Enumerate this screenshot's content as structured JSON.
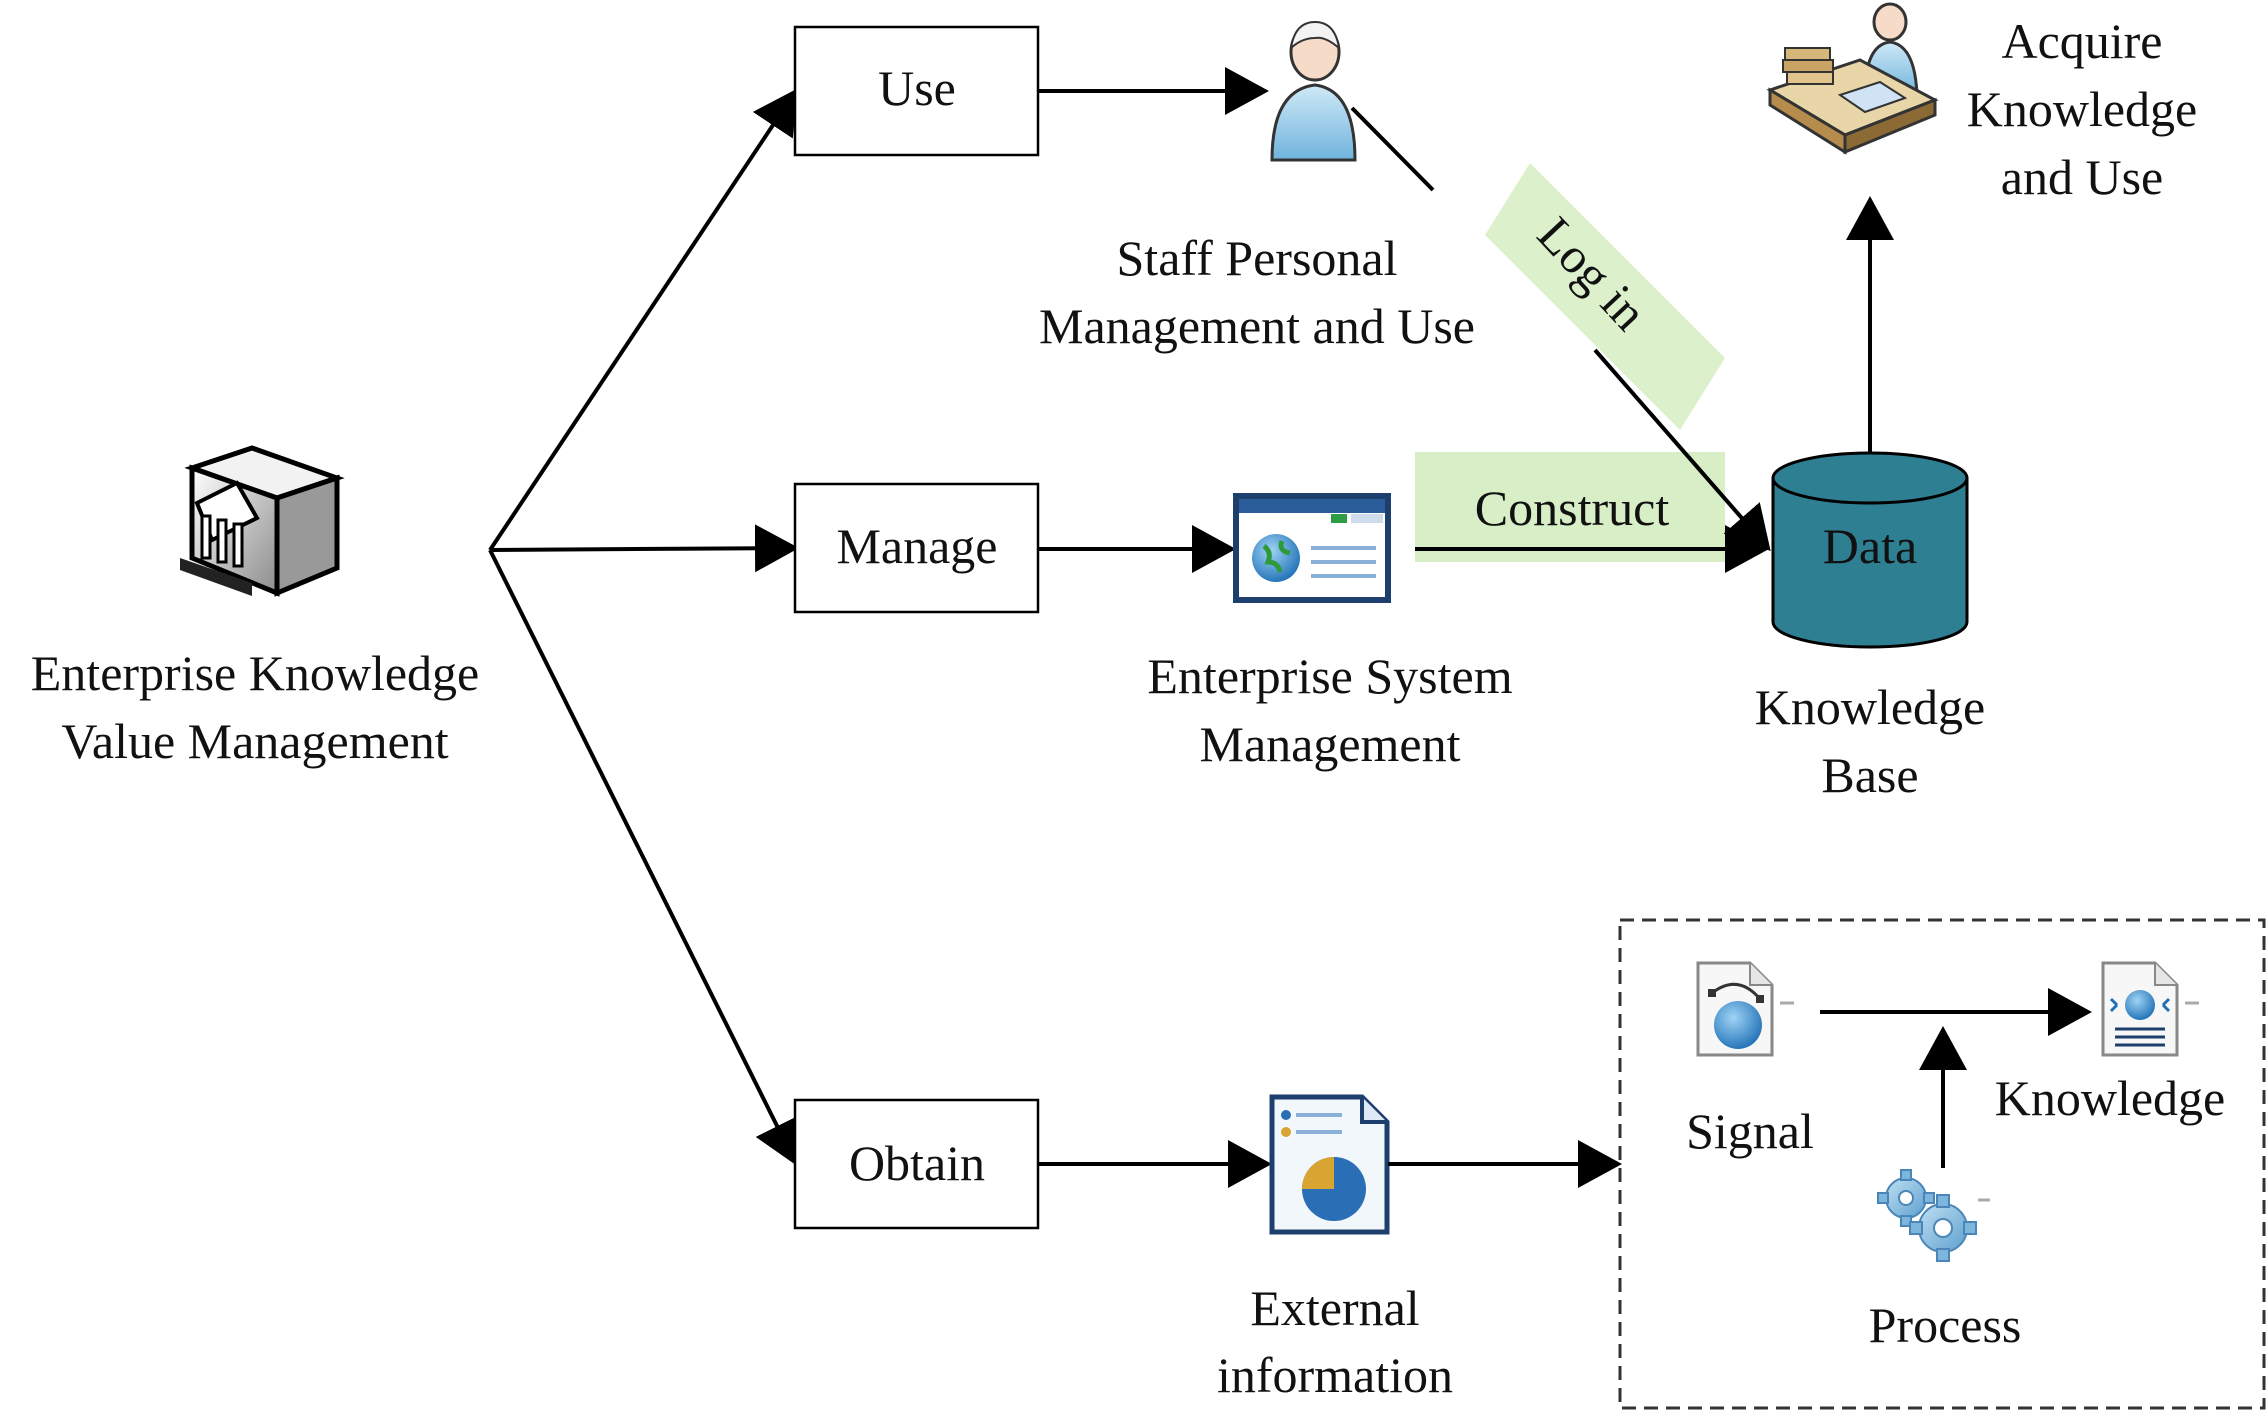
{
  "root": {
    "label_line1": "Enterprise Knowledge",
    "label_line2": "Value Management",
    "icon": "enterprise-building-icon"
  },
  "branches": {
    "use": "Use",
    "manage": "Manage",
    "obtain": "Obtain"
  },
  "staff": {
    "line1": "Staff Personal",
    "line2": "Management and Use",
    "icon": "staff-person-icon"
  },
  "enterprise_system": {
    "line1": "Enterprise System",
    "line2": "Management",
    "icon": "web-browser-icon"
  },
  "external": {
    "line1": "External",
    "line2": "information",
    "icon": "report-document-icon"
  },
  "knowledge_base": {
    "db_text": "Data",
    "line1": "Knowledge",
    "line2": "Base",
    "color": "#2e7f92"
  },
  "edges": {
    "login": "Log in",
    "construct": "Construct",
    "highlight_color": "#d8eec6"
  },
  "acquire": {
    "line1": "Acquire",
    "line2": "Knowledge",
    "line3": "and Use",
    "icon": "person-at-desk-icon"
  },
  "process_box": {
    "signal": "Signal",
    "knowledge": "Knowledge",
    "process": "Process",
    "signal_icon": "vector-document-icon",
    "knowledge_icon": "web-page-document-icon",
    "process_icon": "gears-icon"
  }
}
